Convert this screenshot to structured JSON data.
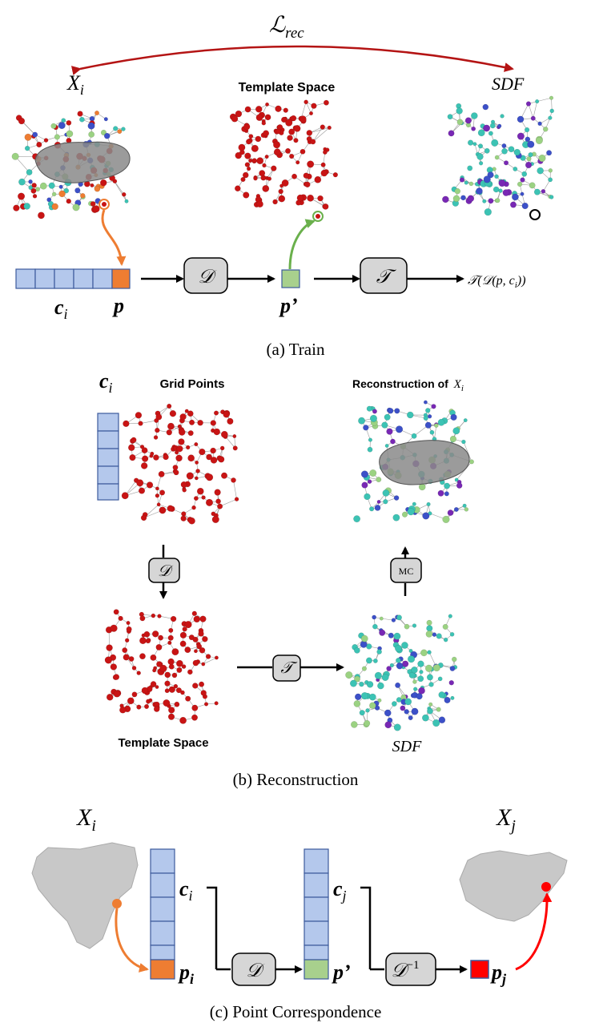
{
  "colors": {
    "cube_red": "#c81414",
    "sdf_teal": "#3cc3b4",
    "sdf_blue": "#3c50c8",
    "sdf_purple": "#7828b4",
    "sdf_green": "#9bd282",
    "latent_blue": "#b4c8ec",
    "latent_border": "#3c5a9c",
    "point_orange": "#ee7d32",
    "point_green": "#a8d08d",
    "point_red": "#ff0000",
    "loss_arrow": "#b41414",
    "block_fill": "#d6d6d6",
    "liver_gray": "#9a9a9a"
  },
  "train": {
    "loss_label": "ℒ",
    "loss_sub": "rec",
    "xi_label": "X",
    "xi_sub": "i",
    "template_title": "Template Space",
    "sdf_label": "SDF",
    "latent_label": "c",
    "latent_sub": "i",
    "p_label": "p",
    "p_prime_label": "p’",
    "decoder_label": "𝒟",
    "transform_label": "𝒯",
    "output_label": "𝒯(𝒟(p, c",
    "output_sub": "i",
    "output_close": "))",
    "caption": "(a) Train"
  },
  "recon": {
    "latent_label": "c",
    "latent_sub": "i",
    "grid_title": "Grid Points",
    "recon_title": "Reconstruction of",
    "recon_var": "X",
    "recon_sub": "i",
    "decoder_label": "𝒟",
    "transform_label": "𝒯",
    "mc_label": "MC",
    "template_title": "Template Space",
    "sdf_label": "SDF",
    "caption": "(b) Reconstruction"
  },
  "corr": {
    "xi_label": "X",
    "xi_sub": "i",
    "xj_label": "X",
    "xj_sub": "j",
    "ci_label": "c",
    "ci_sub": "i",
    "cj_label": "c",
    "cj_sub": "j",
    "pi_label": "p",
    "pi_sub": "i",
    "pprime_label": "p’",
    "pj_label": "p",
    "pj_sub": "j",
    "decoder_label": "𝒟",
    "inv_decoder_label": "𝒟",
    "inv_sup": "−1",
    "caption": "(c) Point Correspondence"
  }
}
